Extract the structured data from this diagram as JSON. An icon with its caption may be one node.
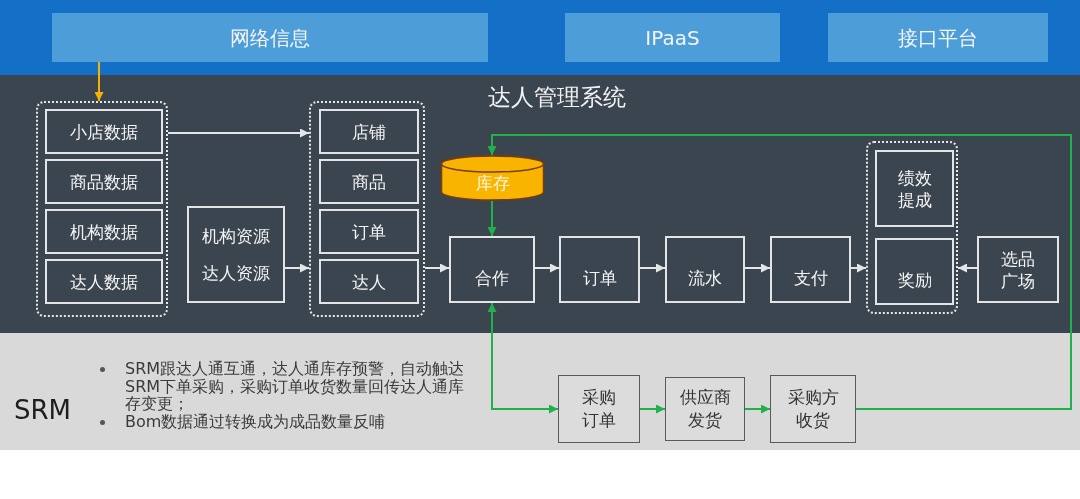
{
  "diagram": {
    "nodes": [
      {
        "text": [
          "网络信息"
        ]
      },
      {
        "text": [
          "IPaaS"
        ]
      },
      {
        "text": [
          "接口平台"
        ]
      },
      {
        "text": [
          "达人管理系统"
        ]
      },
      {
        "text": [],
        "shape": "box",
        "in": 3
      },
      {
        "text": [
          "小店数据"
        ],
        "in": 4
      },
      {
        "text": [
          "商品数据"
        ],
        "in": 4
      },
      {
        "text": [
          "机构数据"
        ],
        "in": 4
      },
      {
        "text": [
          "达人数据"
        ],
        "in": 4
      },
      {
        "text": [
          "机构资源",
          "达人资源"
        ],
        "in": 3
      },
      {
        "text": [],
        "shape": "box",
        "in": 3
      },
      {
        "text": [
          "店铺"
        ],
        "in": 10
      },
      {
        "text": [
          "商品"
        ],
        "in": 10
      },
      {
        "text": [
          "订单"
        ],
        "in": 10
      },
      {
        "text": [
          "达人"
        ],
        "in": 10
      },
      {
        "text": [
          "库存"
        ],
        "in": 3
      },
      {
        "text": [
          "合作"
        ],
        "in": 3
      },
      {
        "text": [
          "订单"
        ],
        "in": 3
      },
      {
        "text": [
          "流水"
        ],
        "in": 3
      },
      {
        "text": [
          "支付"
        ],
        "in": 3
      },
      {
        "text": [],
        "shape": "box",
        "in": 3
      },
      {
        "text": [
          "绩效提成"
        ],
        "in": 20
      },
      {
        "text": [
          "奖励"
        ],
        "in": 20
      },
      {
        "text": [
          "选品广场"
        ],
        "in": 3
      },
      {
        "text": [
          "SRM",
          "SRM跟达人通互通，达人通库存预警，自动触达SRM下单采购，采购订单收货数量回传达人通库存变更；",
          "Bom数据通过转换成为成品数量反哺"
        ]
      },
      {
        "text": [
          "采购订单"
        ],
        "in": 24
      },
      {
        "text": [
          "供应商发货"
        ],
        "in": 24
      },
      {
        "text": [
          "采购方收货"
        ],
        "in": 24
      }
    ],
    "edges": [
      {
        "from": 0,
        "to": 4,
        "arrow": "to",
        "color": "#f5b301"
      },
      {
        "from": 4,
        "to": 10,
        "arrow": "to"
      },
      {
        "from": 9,
        "to": 10,
        "arrow": "to"
      },
      {
        "from": 10,
        "to": 16,
        "arrow": "to"
      },
      {
        "from": 16,
        "to": 17,
        "arrow": "to"
      },
      {
        "from": 17,
        "to": 18,
        "arrow": "to"
      },
      {
        "from": 18,
        "to": 19,
        "arrow": "to"
      },
      {
        "from": 19,
        "to": 20,
        "arrow": "to"
      },
      {
        "from": 23,
        "to": 20,
        "arrow": "to"
      },
      {
        "from": 15,
        "to": 16,
        "arrow": "to",
        "color": "#22b04b"
      },
      {
        "from": 16,
        "to": 25,
        "arrow": "both",
        "color": "#22b04b"
      },
      {
        "from": 25,
        "to": 26,
        "arrow": "to",
        "color": "#22b04b"
      },
      {
        "from": 26,
        "to": 27,
        "arrow": "to",
        "color": "#22b04b"
      },
      {
        "from": 27,
        "to": 15,
        "arrow": "to",
        "color": "#22b04b"
      }
    ]
  }
}
